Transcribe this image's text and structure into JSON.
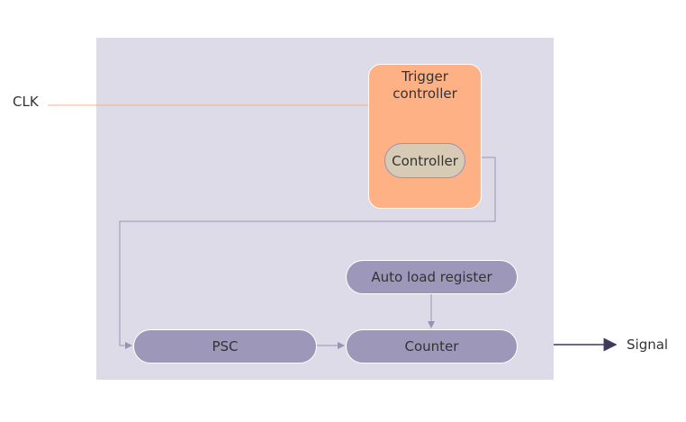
{
  "diagram": {
    "input_label": "CLK",
    "output_label": "Signal",
    "trigger_title": "Trigger\ncontroller",
    "controller_label": "Controller",
    "auto_load_label": "Auto load register",
    "psc_label": "PSC",
    "counter_label": "Counter"
  },
  "colors": {
    "panel": "#dddbe7",
    "trigger_box": "#fdb184",
    "controller_pill": "#d8cbb6",
    "block_purple": "#9d97b9",
    "clk_line": "#f9b186",
    "wire": "#9a92b4",
    "output_arrow": "#3d3a5c"
  }
}
